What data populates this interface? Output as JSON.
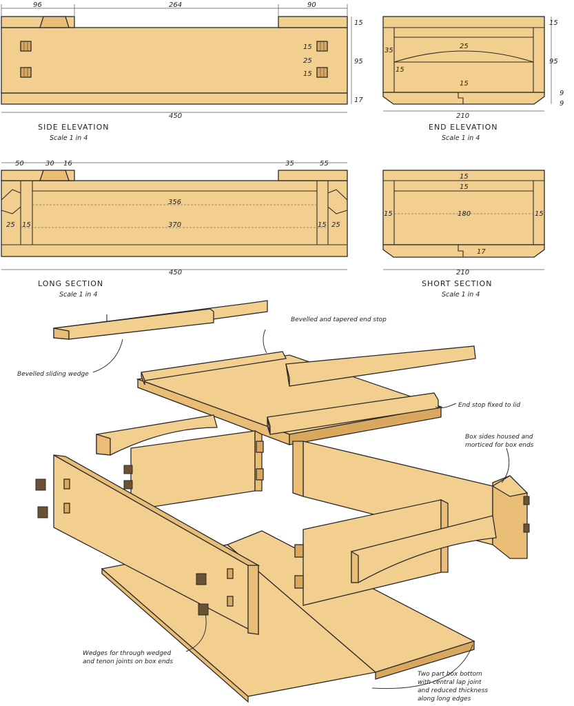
{
  "views": {
    "side": {
      "title": "SIDE ELEVATION",
      "scale": "Scale 1 in 4"
    },
    "end": {
      "title": "END ELEVATION",
      "scale": "Scale 1 in 4"
    },
    "long": {
      "title": "LONG SECTION",
      "scale": "Scale 1 in 4"
    },
    "short": {
      "title": "SHORT SECTION",
      "scale": "Scale 1 in 4"
    }
  },
  "dims": {
    "side": {
      "top_left": "96",
      "top_mid": "264",
      "top_right": "90",
      "right_top": "15",
      "right_mid": "95",
      "right_bottom": "17",
      "m1": "15",
      "m2": "25",
      "m3": "15",
      "bottom": "450"
    },
    "end": {
      "right_top": "15",
      "right_mid": "95",
      "r9a": "9",
      "r9b": "9",
      "left": "35",
      "mid": "25",
      "inner": "15",
      "tongue": "15",
      "bottom": "210"
    },
    "long": {
      "a": "50",
      "b": "30",
      "c": "16",
      "d": "35",
      "e": "55",
      "inner_top": "356",
      "inner_bottom": "370",
      "l25": "25",
      "l15": "15",
      "r15": "15",
      "r25": "25",
      "bottom": "450"
    },
    "short": {
      "top1": "15",
      "top2": "15",
      "left": "15",
      "mid": "180",
      "right": "15",
      "tongue": "17",
      "bottom": "210"
    }
  },
  "annotations": {
    "bevelled_end_stop": "Bevelled and tapered end stop",
    "sliding_wedge": "Bevelled sliding wedge",
    "end_stop_lid": "End stop fixed to lid",
    "box_sides_1": "Box sides housed and",
    "box_sides_2": "morticed for box ends",
    "wedges_1": "Wedges for through wedged",
    "wedges_2": "and tenon joints on box ends",
    "bottom_1": "Two part box bottom",
    "bottom_2": "with central lap joint",
    "bottom_3": "and reduced thickness",
    "bottom_4": "along long edges"
  }
}
